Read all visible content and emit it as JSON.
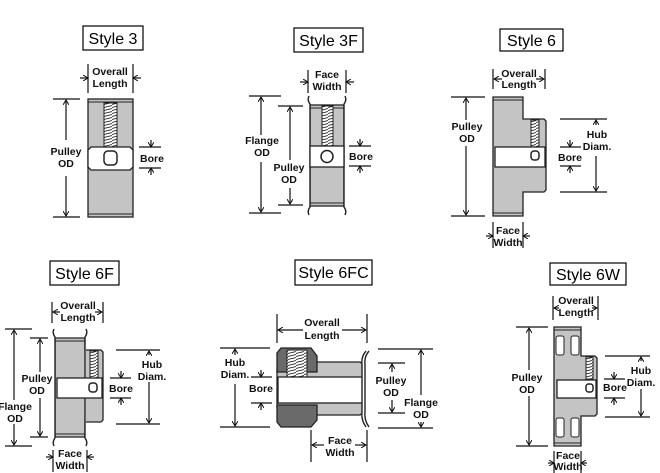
{
  "figure": {
    "description": "Timing pulley style reference diagrams",
    "styles": [
      {
        "id": "style-3",
        "title": "Style 3",
        "labels": {
          "overall_length": [
            "Overall",
            "Length"
          ],
          "pulley_od": [
            "Pulley",
            "OD"
          ],
          "bore": "Bore"
        }
      },
      {
        "id": "style-3f",
        "title": "Style 3F",
        "labels": {
          "face_width": [
            "Face",
            "Width"
          ],
          "flange_od": [
            "Flange",
            "OD"
          ],
          "pulley_od": [
            "Pulley",
            "OD"
          ],
          "bore": "Bore"
        }
      },
      {
        "id": "style-6",
        "title": "Style 6",
        "labels": {
          "overall_length": [
            "Overall",
            "Length"
          ],
          "pulley_od": [
            "Pulley",
            "OD"
          ],
          "hub_diam": [
            "Hub",
            "Diam."
          ],
          "bore": "Bore",
          "face_width": [
            "Face",
            "Width"
          ]
        }
      },
      {
        "id": "style-6f",
        "title": "Style 6F",
        "labels": {
          "overall_length": [
            "Overall",
            "Length"
          ],
          "pulley_od": [
            "Pulley",
            "OD"
          ],
          "flange_od": [
            "Flange",
            "OD"
          ],
          "hub_diam": [
            "Hub",
            "Diam."
          ],
          "bore": "Bore",
          "face_width": [
            "Face",
            "Width"
          ]
        }
      },
      {
        "id": "style-6fc",
        "title": "Style 6FC",
        "labels": {
          "overall_length": [
            "Overall",
            "Length"
          ],
          "hub_diam": [
            "Hub",
            "Diam."
          ],
          "bore": "Bore",
          "pulley_od": [
            "Pulley",
            "OD"
          ],
          "flange_od": [
            "Flange",
            "OD"
          ],
          "face_width": [
            "Face",
            "Width"
          ]
        }
      },
      {
        "id": "style-6w",
        "title": "Style 6W",
        "labels": {
          "overall_length": [
            "Overall",
            "Length"
          ],
          "pulley_od": [
            "Pulley",
            "OD"
          ],
          "hub_diam": [
            "Hub",
            "Diam."
          ],
          "bore": "Bore",
          "face_width": [
            "Face",
            "Width"
          ]
        }
      }
    ]
  }
}
